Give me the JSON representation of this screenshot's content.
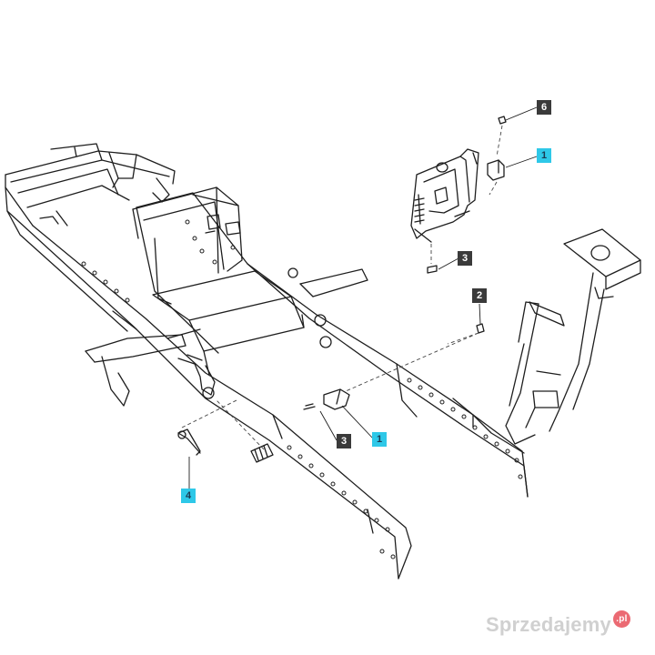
{
  "callouts": [
    {
      "id": "callout-6",
      "label": "6",
      "style": "dark"
    },
    {
      "id": "callout-1-top",
      "label": "1",
      "style": "cyan"
    },
    {
      "id": "callout-3-top",
      "label": "3",
      "style": "dark"
    },
    {
      "id": "callout-2",
      "label": "2",
      "style": "dark"
    },
    {
      "id": "callout-3-bottom",
      "label": "3",
      "style": "dark"
    },
    {
      "id": "callout-1-bottom",
      "label": "1",
      "style": "cyan"
    },
    {
      "id": "callout-4",
      "label": "4",
      "style": "cyan"
    }
  ],
  "watermark": {
    "text": "Sprzedajemy",
    "suffix": ".pl"
  },
  "colors": {
    "line": "#1e1e1e",
    "dash": "#444444",
    "callout_dark": "#3a3a3a",
    "callout_cyan": "#2ec8e8"
  }
}
